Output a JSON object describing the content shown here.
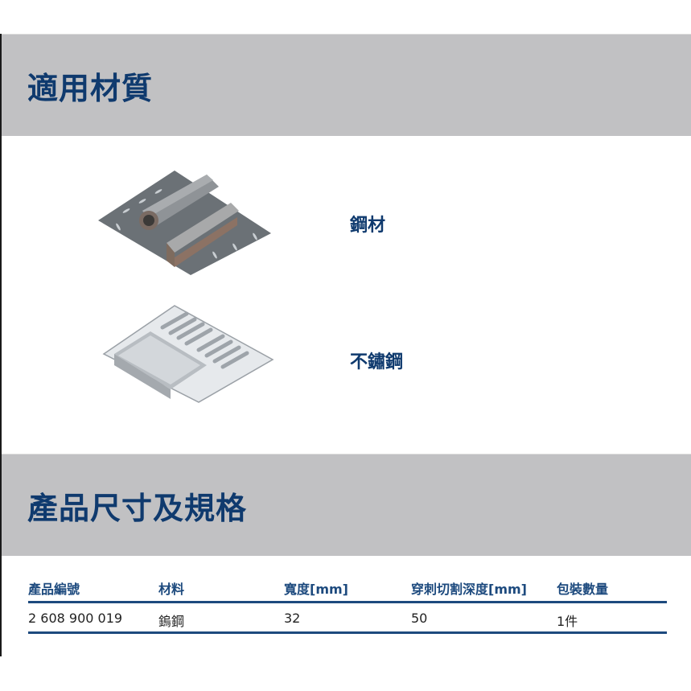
{
  "sections": {
    "materials": {
      "title": "適用材質",
      "items": [
        {
          "label": "鋼材",
          "image": "steel-materials-image"
        },
        {
          "label": "不鏽鋼",
          "image": "stainless-steel-sink-image"
        }
      ]
    },
    "specs": {
      "title": "產品尺寸及規格",
      "columns": [
        "產品編號",
        "材料",
        "寬度[mm]",
        "穿刺切割深度[mm]",
        "包裝數量"
      ],
      "rows": [
        [
          "2 608 900 019",
          "鎢鋼",
          "32",
          "50",
          "1件"
        ]
      ]
    }
  },
  "colors": {
    "band": "#c1c1c3",
    "title": "#0f3a6e",
    "rule": "#1d4a7e"
  }
}
